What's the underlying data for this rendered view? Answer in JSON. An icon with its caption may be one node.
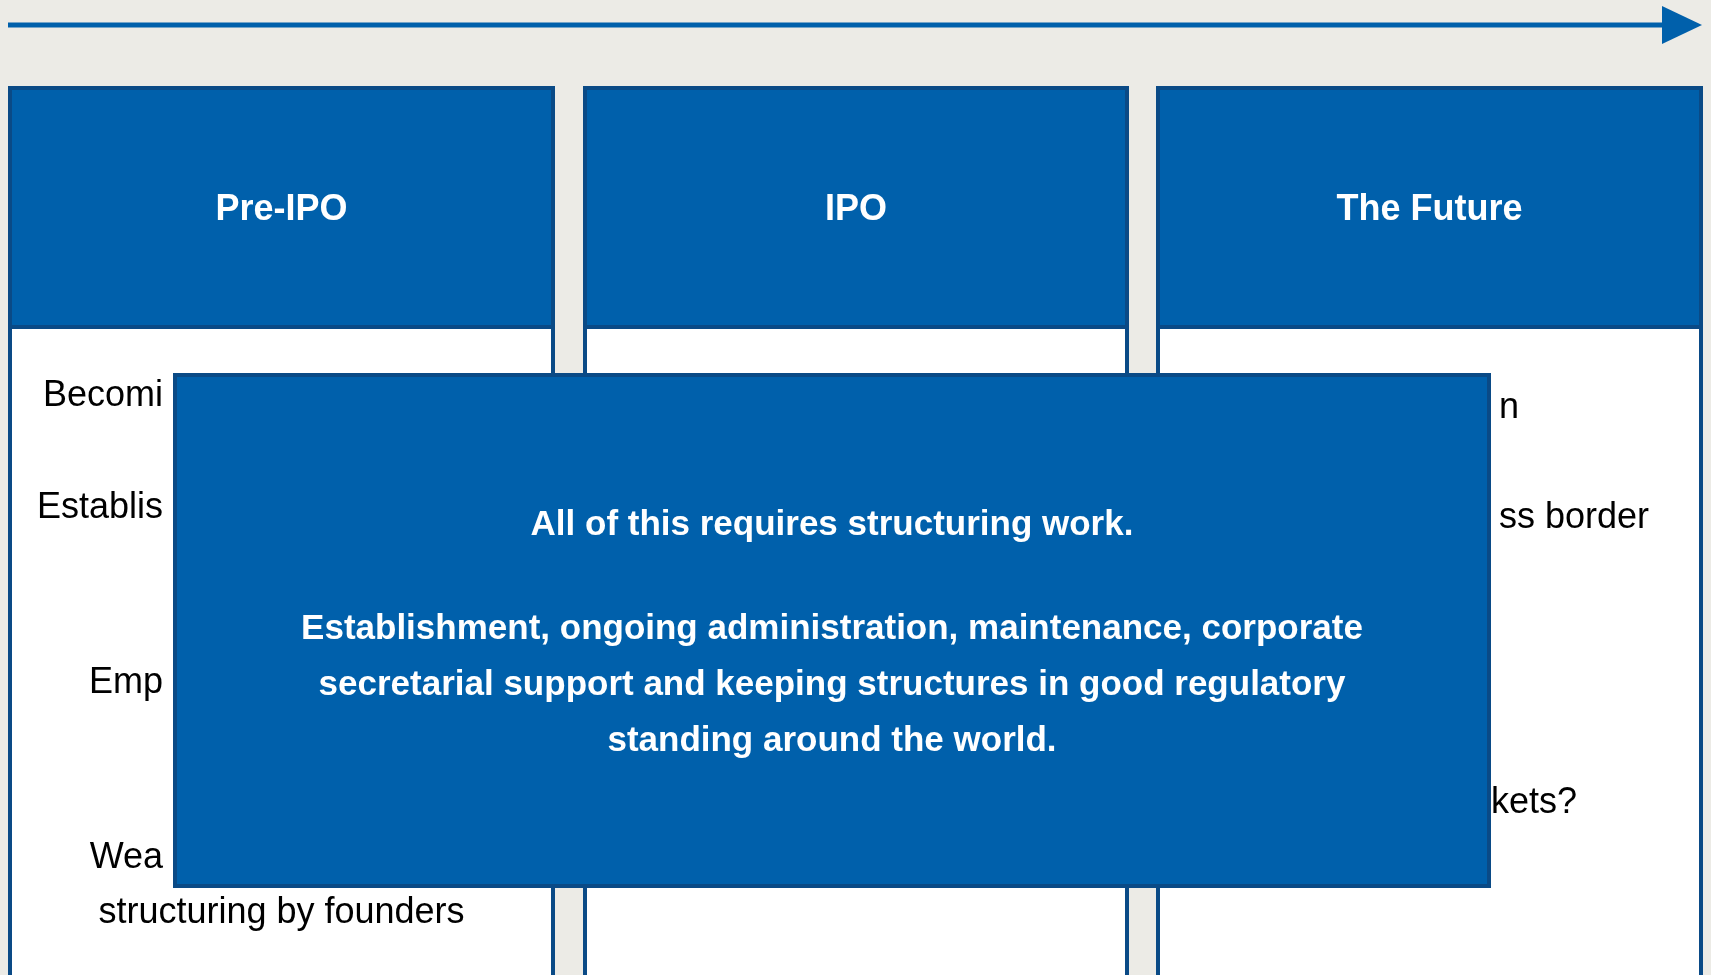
{
  "diagram": {
    "nodes": [
      {
        "text": [
          "Pre-IPO"
        ]
      },
      {
        "text": [
          "Becomi",
          "Establis",
          "Emp",
          "Wea",
          "structuring by founders"
        ]
      },
      {
        "text": [
          "IPO"
        ]
      },
      {
        "text": [],
        "shape": "box"
      },
      {
        "text": [
          "The Future"
        ]
      },
      {
        "text": [
          "n",
          "ss border",
          "kets?"
        ]
      },
      {
        "text": [
          "All of this requires structuring work.",
          "Establishment, ongoing administration, maintenance, corporate secretarial support and keeping structures in good regulatory standing around the world."
        ]
      }
    ]
  }
}
